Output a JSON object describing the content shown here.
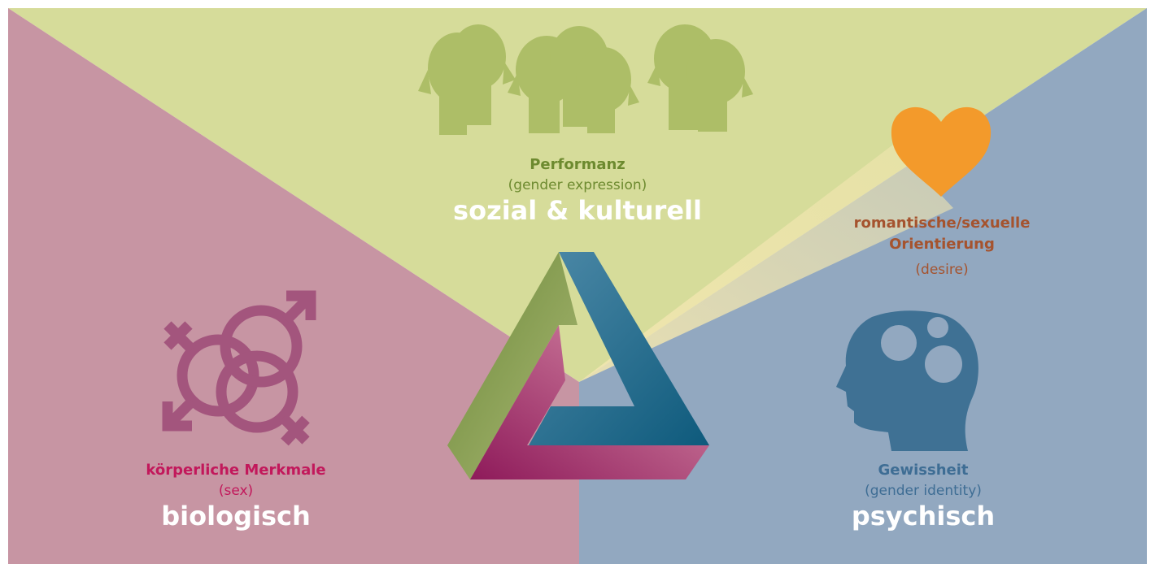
{
  "colors": {
    "biological": "#c795a3",
    "social": "#d6dc9a",
    "psychic": "#92a8c0",
    "frame": "#ffffff",
    "heart": "#f39a2b",
    "label_pink": "#c2185b",
    "label_green": "#6d8a2f",
    "label_blue": "#3e6d94",
    "label_orange": "#a5532e"
  },
  "icons": {
    "heads": "head-profiles-icon",
    "gender_symbols": "intertwined-gender-symbols-icon",
    "mind": "head-with-circles-icon",
    "heart": "heart-icon",
    "triangle": "penrose-triangle-icon"
  },
  "social": {
    "title": "Performanz",
    "subtitle": "(gender expression)",
    "category": "sozial & kulturell"
  },
  "biological": {
    "title": "körperliche Merkmale",
    "subtitle": "(sex)",
    "category": "biologisch"
  },
  "psychic": {
    "title": "Gewissheit",
    "subtitle": "(gender identity)",
    "category": "psychisch"
  },
  "orientation": {
    "line1": "romantische/sexuelle",
    "line2": "Orientierung",
    "subtitle": "(desire)"
  }
}
